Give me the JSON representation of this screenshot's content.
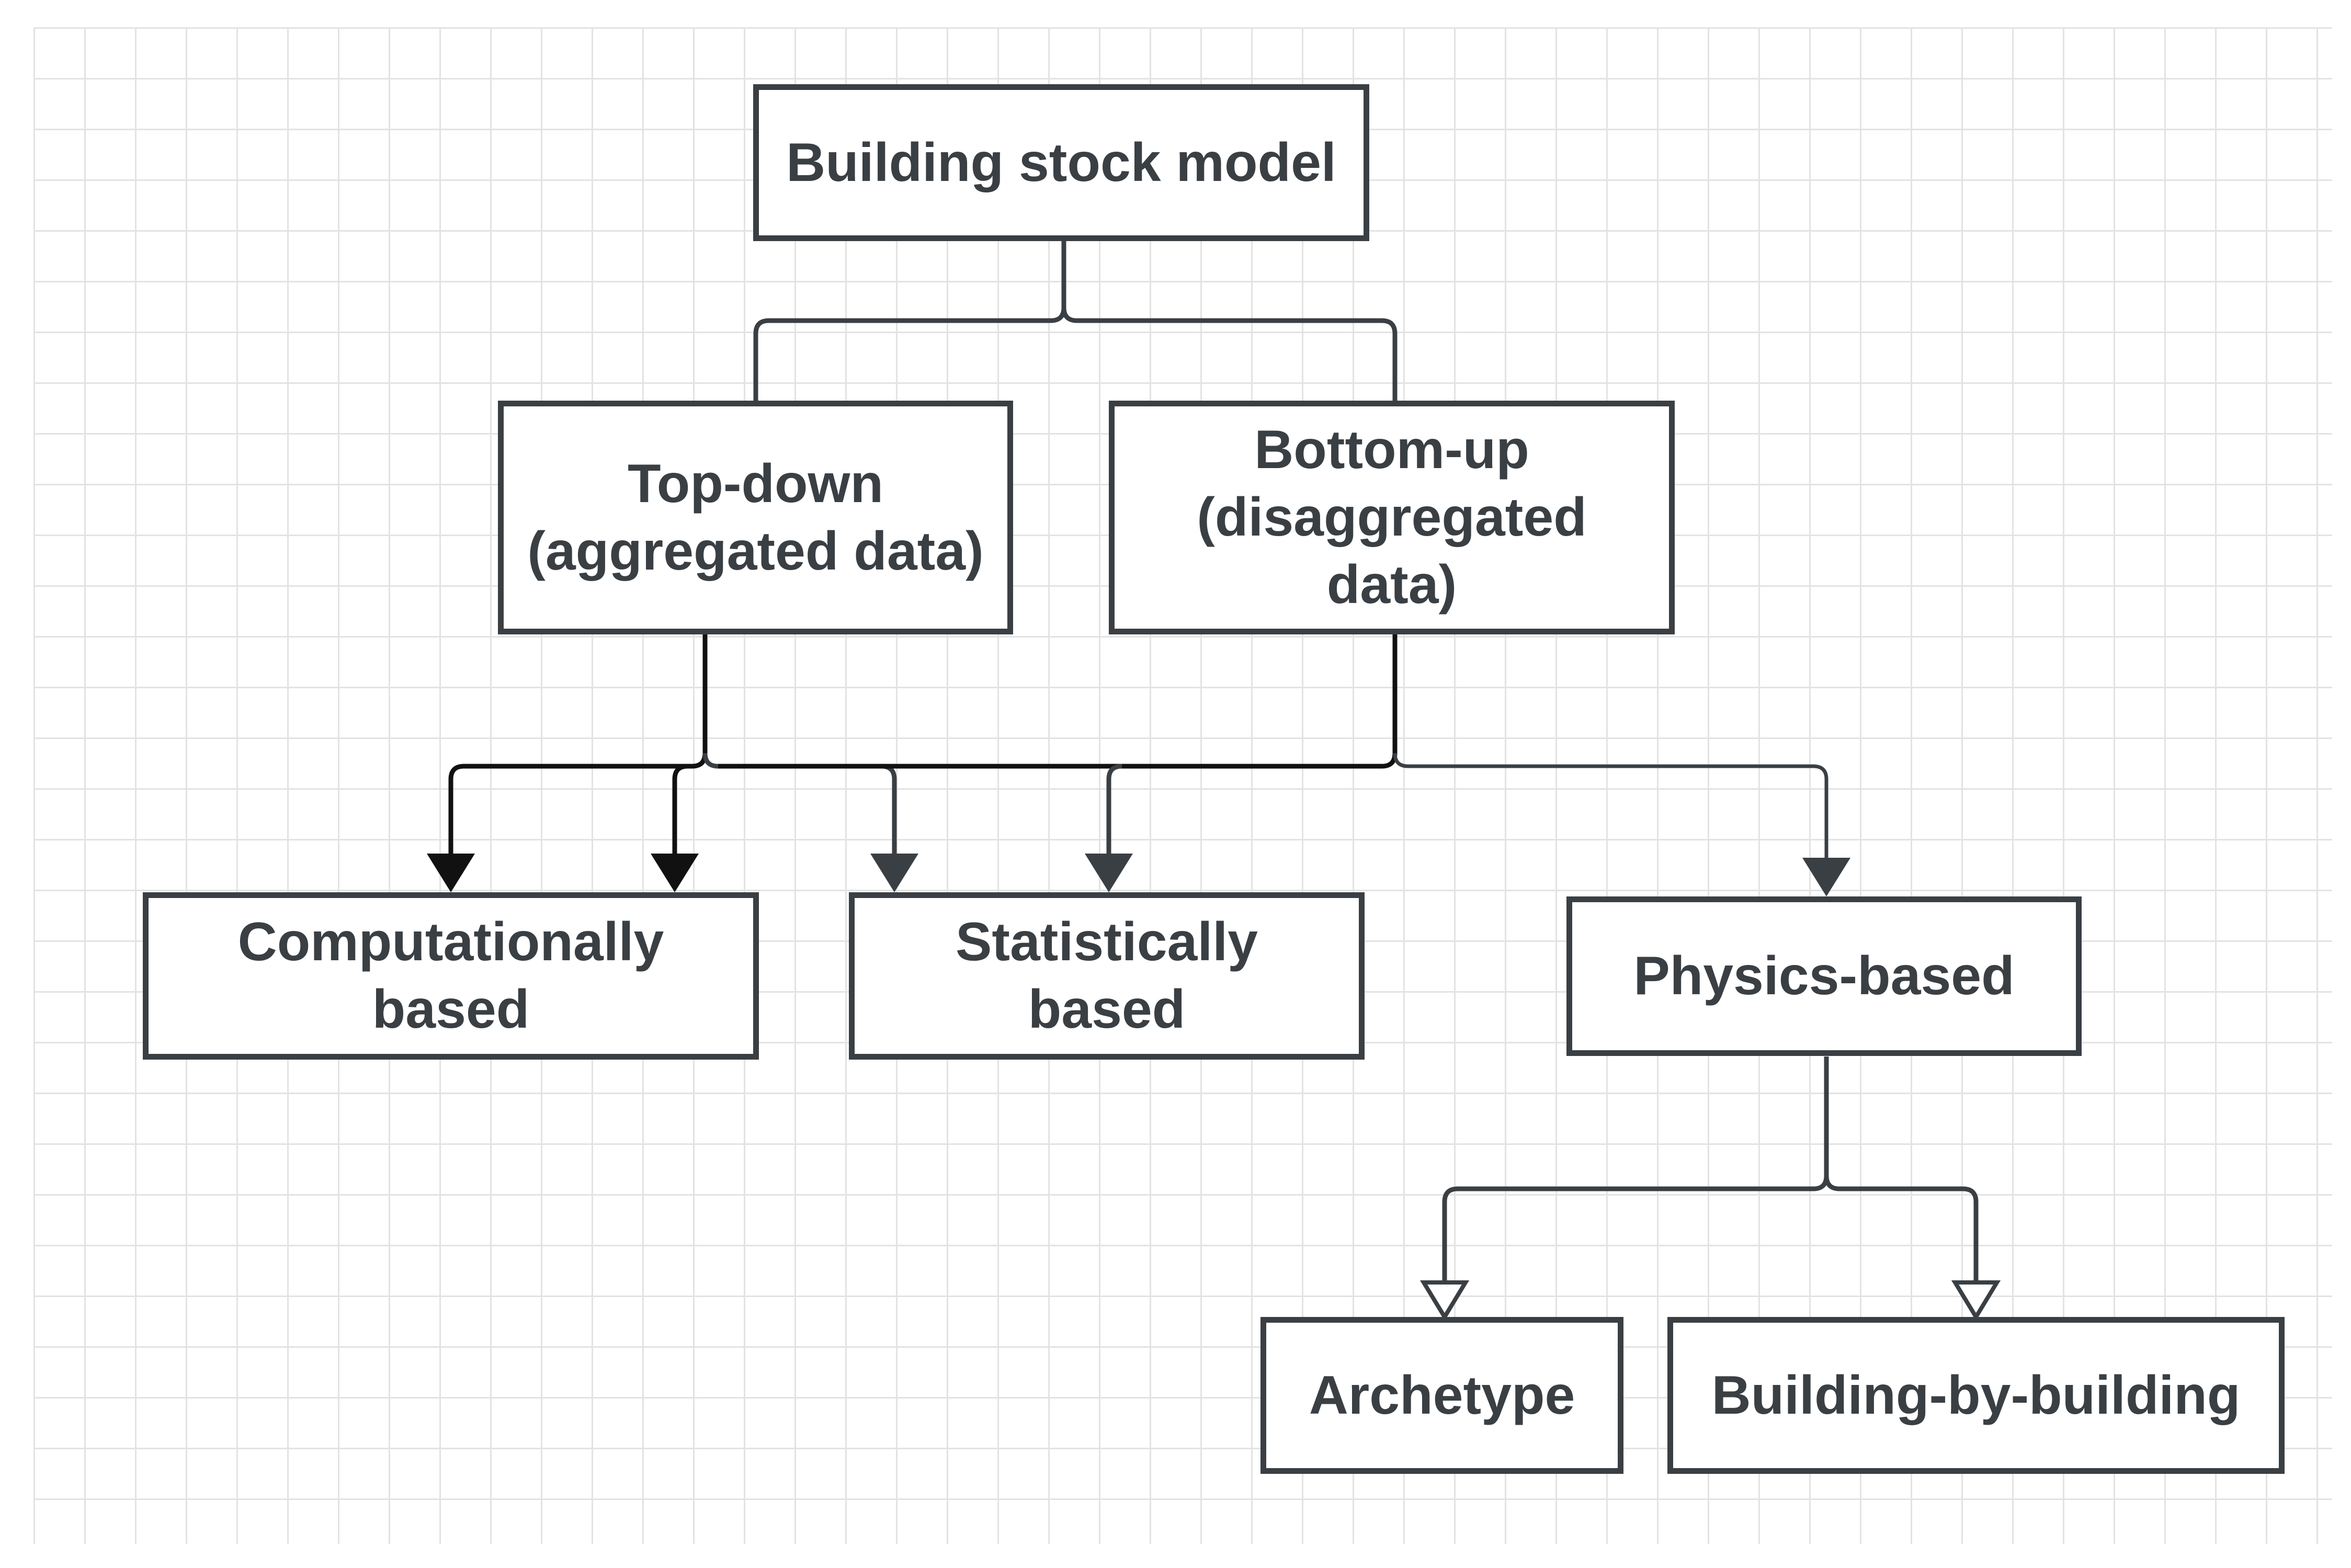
{
  "diagram": {
    "colors": {
      "box_border": "#3a3f44",
      "text": "#3a3f44",
      "connector_dark": "#111111",
      "connector_grey": "#3a3f44",
      "grid": "#e3e3e3"
    },
    "nodes": {
      "root": {
        "label": "Building stock model"
      },
      "top_down": {
        "label": "Top-down (aggregated data)"
      },
      "bottom_up": {
        "label": "Bottom-up (disaggregated data)"
      },
      "computational": {
        "label": "Computationally based"
      },
      "statistical": {
        "label": "Statistically based"
      },
      "physics": {
        "label": "Physics-based"
      },
      "archetype": {
        "label": "Archetype"
      },
      "building_by_building": {
        "label": "Building-by-building"
      }
    },
    "edges": [
      {
        "from": "root",
        "to": "top_down",
        "arrow": "none"
      },
      {
        "from": "root",
        "to": "bottom_up",
        "arrow": "none"
      },
      {
        "from": "top_down",
        "to": "computational",
        "arrow": "filled"
      },
      {
        "from": "top_down",
        "to": "statistical",
        "arrow": "filled"
      },
      {
        "from": "bottom_up",
        "to": "computational",
        "arrow": "filled"
      },
      {
        "from": "bottom_up",
        "to": "statistical",
        "arrow": "filled"
      },
      {
        "from": "bottom_up",
        "to": "physics",
        "arrow": "filled"
      },
      {
        "from": "physics",
        "to": "archetype",
        "arrow": "open"
      },
      {
        "from": "physics",
        "to": "building_by_building",
        "arrow": "open"
      }
    ]
  }
}
